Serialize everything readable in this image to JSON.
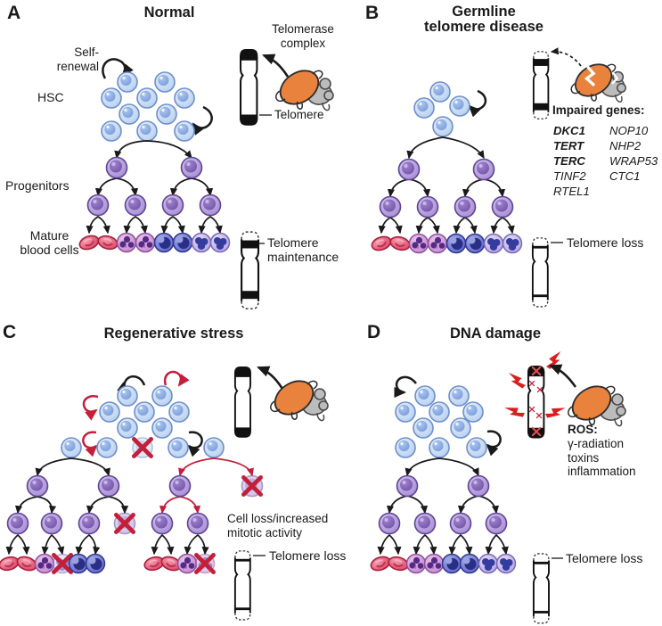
{
  "colors": {
    "accent_orange": "#E8823C",
    "hsc_blue": "#BCD4F1",
    "progenitor_purple": "#B29BDA",
    "rbc_red": "#E0526E",
    "stress_red": "#C41F3A",
    "protein_gray": "#BCBCBC",
    "ink": "#1A1A1A"
  },
  "a": {
    "letter": "A",
    "title": "Normal",
    "self_renewal": "Self-\nrenewal",
    "hsc": "HSC",
    "progenitors": "Progenitors",
    "mature_cells": "Mature\nblood cells",
    "telomerase_complex": "Telomerase\ncomplex",
    "telomere": "Telomere",
    "telomere_maintenance": "Telomere\nmaintenance"
  },
  "b": {
    "letter": "B",
    "title": "Germline\ntelomere disease",
    "impaired_genes_title": "Impaired genes:",
    "genes_col1": [
      "DKC1",
      "TERT",
      "TERC",
      "TINF2",
      "RTEL1"
    ],
    "genes_col2": [
      "NOP10",
      "NHP2",
      "WRAP53",
      "CTC1"
    ],
    "telomere_loss": "Telomere loss"
  },
  "c": {
    "letter": "C",
    "title": "Regenerative stress",
    "cell_loss": "Cell loss/increased\nmitotic activity",
    "telomere_loss": "Telomere loss"
  },
  "d": {
    "letter": "D",
    "title": "DNA damage",
    "ros_title": "ROS:",
    "ros_items": "γ-radiation\ntoxins\ninflammation",
    "telomere_loss": "Telomere loss"
  }
}
